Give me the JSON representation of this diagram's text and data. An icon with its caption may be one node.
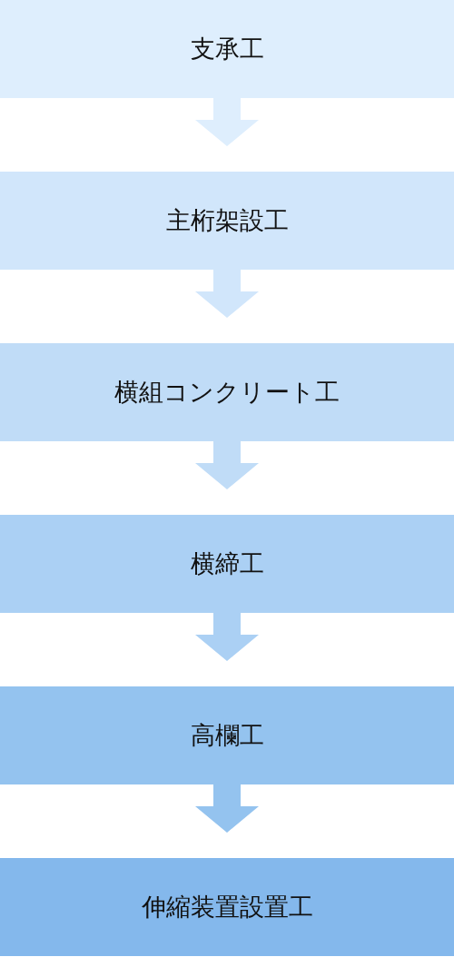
{
  "diagram": {
    "nodes": [
      {
        "text": [
          "支承工"
        ]
      },
      {
        "text": [
          "主桁架設工"
        ]
      },
      {
        "text": [
          "横組コンクリート工"
        ]
      },
      {
        "text": [
          "横締工"
        ]
      },
      {
        "text": [
          "高欄工"
        ]
      },
      {
        "text": [
          "伸縮装置設置工"
        ]
      }
    ],
    "edges": [
      {
        "from": 0,
        "to": 1,
        "arrow": "to"
      },
      {
        "from": 1,
        "to": 2,
        "arrow": "to"
      },
      {
        "from": 2,
        "to": 3,
        "arrow": "to"
      },
      {
        "from": 3,
        "to": 4,
        "arrow": "to"
      },
      {
        "from": 4,
        "to": 5,
        "arrow": "to"
      }
    ]
  }
}
